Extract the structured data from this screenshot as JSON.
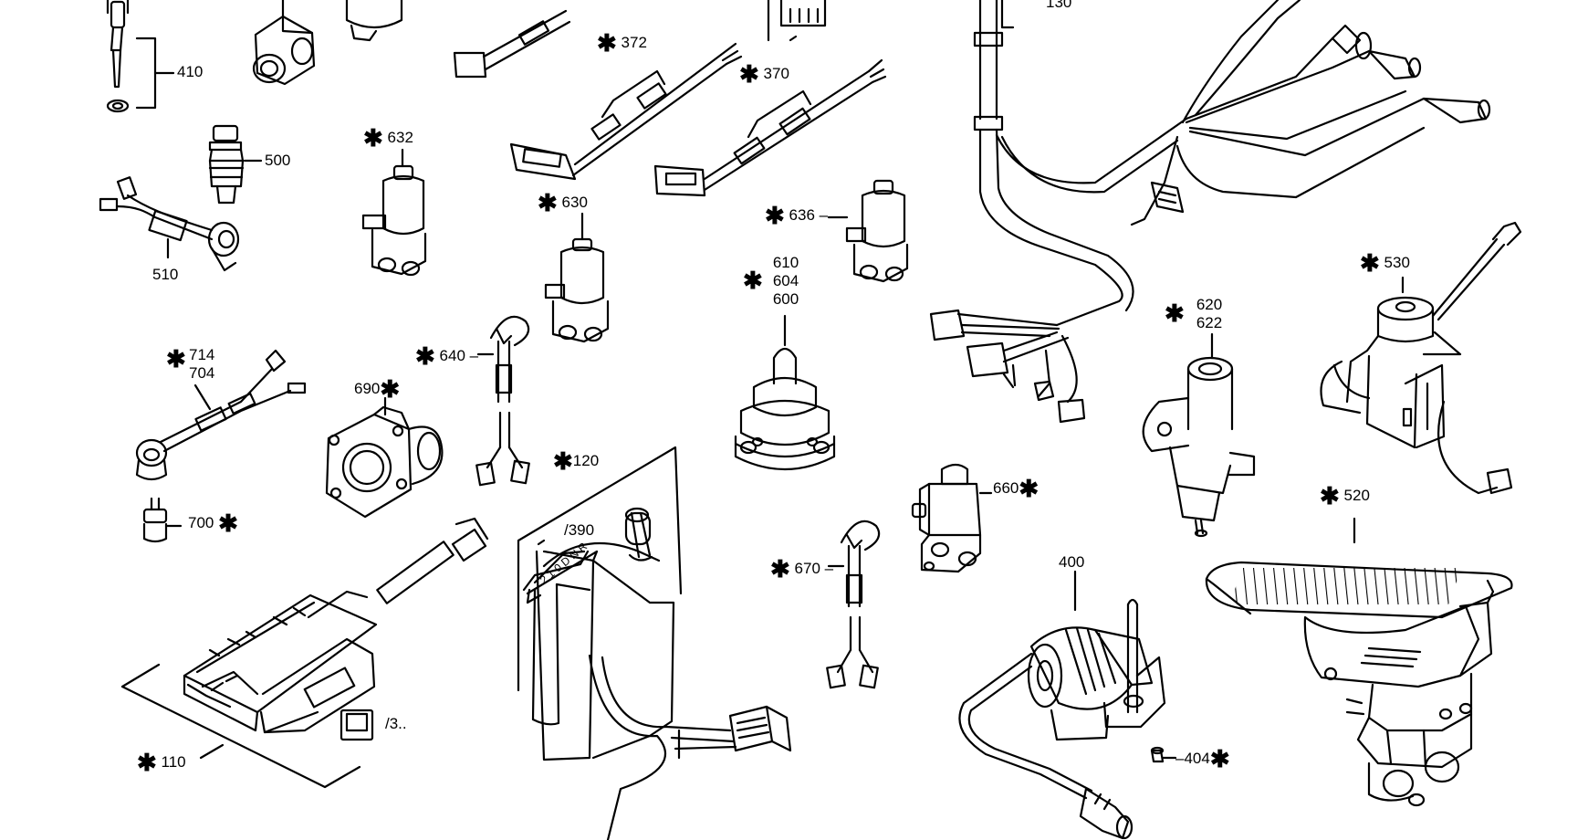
{
  "diagram": {
    "asterisk": "✱",
    "labels": {
      "p410": "410",
      "p500": "500",
      "p510": "510",
      "p632": "632",
      "p372": "372",
      "p370": "370",
      "p130": "130",
      "p630": "630",
      "p636": "636",
      "p610": "610",
      "p604": "604",
      "p600": "600",
      "p620": "620",
      "p622": "622",
      "p530": "530",
      "p714": "714",
      "p704": "704",
      "p690": "690",
      "p640": "640",
      "p700": "700",
      "p120": "120",
      "p390": "/390",
      "p660": "660",
      "p670": "670",
      "p400": "400",
      "p520": "520",
      "p404": "404",
      "p3x": "/3..",
      "p110": "110"
    }
  }
}
